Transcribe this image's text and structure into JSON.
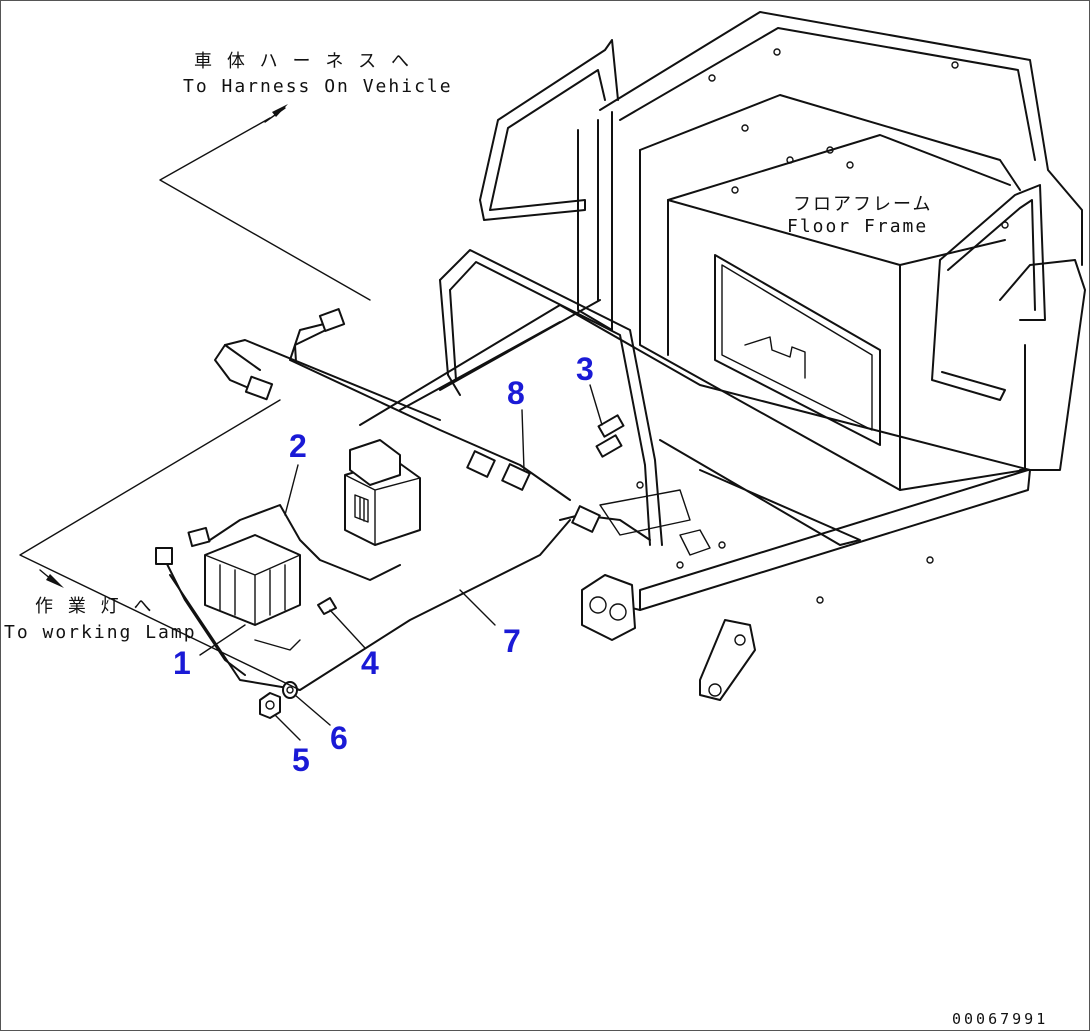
{
  "notes": {
    "harness_jp": "車 体 ハ ー ネ ス へ",
    "harness_en": "To Harness On Vehicle",
    "lamp_jp": "作 業 灯 へ",
    "lamp_en": "To working Lamp",
    "floor_jp": "フロアフレーム",
    "floor_en": "Floor Frame"
  },
  "callouts": {
    "c1": "1",
    "c2": "2",
    "c3": "3",
    "c4": "4",
    "c5": "5",
    "c6": "6",
    "c7": "7",
    "c8": "8"
  },
  "drawing_number": "00067991",
  "colors": {
    "callout": "#1a1ad6",
    "line": "#111111",
    "background": "#ffffff"
  }
}
